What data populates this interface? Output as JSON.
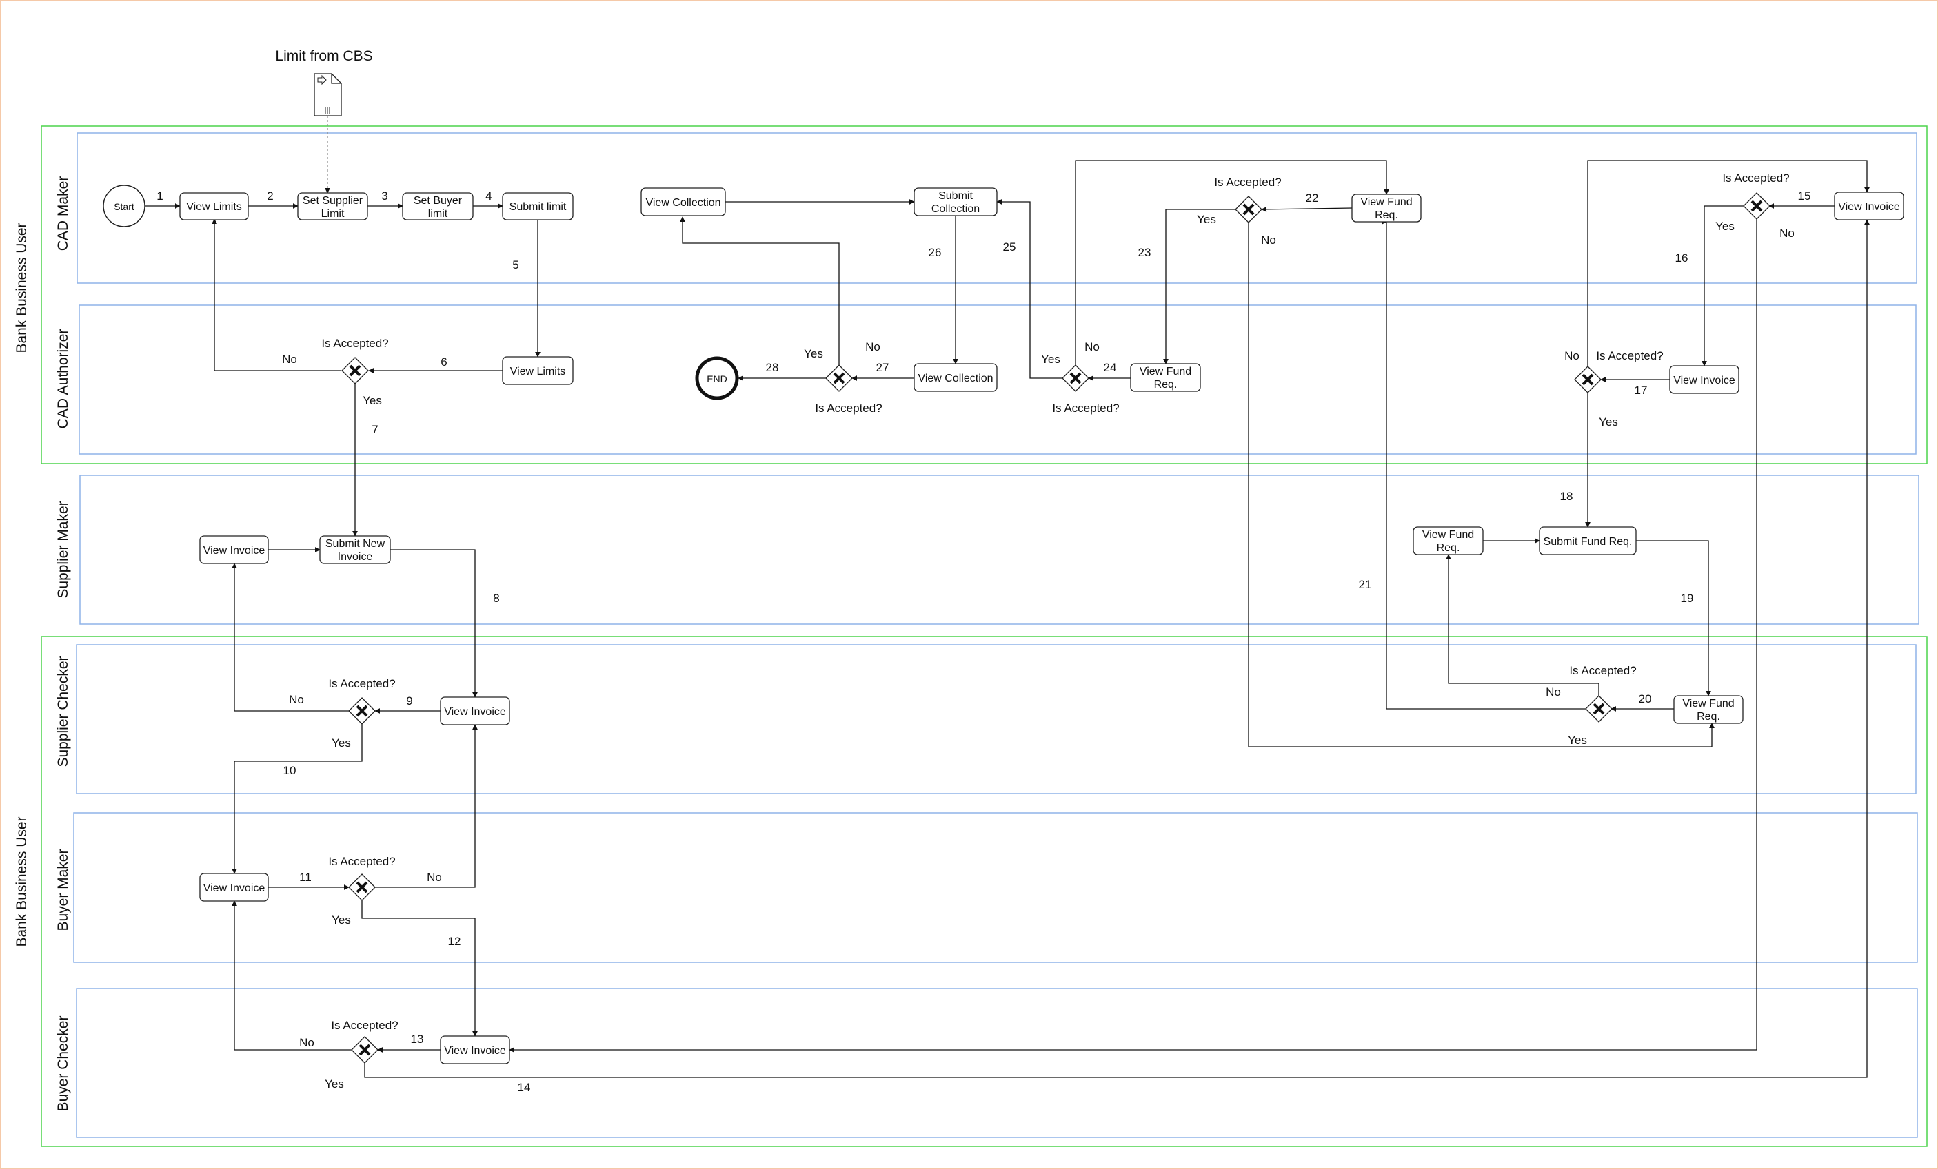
{
  "diagram": {
    "document_label": "Limit from CBS",
    "pools": [
      "Bank Business User",
      "Bank Business User"
    ],
    "lanes": [
      "CAD Maker",
      "CAD Authorizer",
      "Supplier Maker",
      "Supplier Checker",
      "Buyer Maker",
      "Buyer Checker"
    ],
    "nodes": {
      "start": "Start",
      "end": "END",
      "cm_view_limits": "View Limits",
      "cm_set_supplier": [
        "Set Supplier",
        "Limit"
      ],
      "cm_set_buyer": [
        "Set Buyer",
        "limit"
      ],
      "cm_submit_limit": "Submit limit",
      "cm_view_collection": "View Collection",
      "cm_submit_collection": [
        "Submit",
        "Collection"
      ],
      "cm_view_fund": [
        "View Fund",
        "Req."
      ],
      "cm_view_invoice": "View Invoice",
      "ca_view_limits": "View Limits",
      "ca_view_collection": "View Collection",
      "ca_view_fund": [
        "View Fund",
        "Req."
      ],
      "ca_view_invoice": "View Invoice",
      "sm_view_invoice": "View Invoice",
      "sm_submit_new": [
        "Submit New",
        "Invoice"
      ],
      "sm_view_fund": [
        "View Fund",
        "Req."
      ],
      "sm_submit_fund": "Submit Fund Req.",
      "sc_view_invoice": "View Invoice",
      "sc_view_fund": [
        "View Fund",
        "Req."
      ],
      "bm_view_invoice": "View Invoice",
      "bc_view_invoice": "View Invoice"
    },
    "gateway_label": "Is Accepted?",
    "yes": "Yes",
    "no": "No",
    "step_numbers": [
      "1",
      "2",
      "3",
      "4",
      "5",
      "6",
      "7",
      "8",
      "9",
      "10",
      "11",
      "12",
      "13",
      "14",
      "15",
      "16",
      "17",
      "18",
      "19",
      "20",
      "21",
      "22",
      "23",
      "24",
      "25",
      "26",
      "27",
      "28"
    ],
    "colors": {
      "pool_border": "#4cd44c",
      "lane_border": "#8fb3e8",
      "document_connector": "#888888",
      "outer_border": "#f5c9a8"
    }
  }
}
